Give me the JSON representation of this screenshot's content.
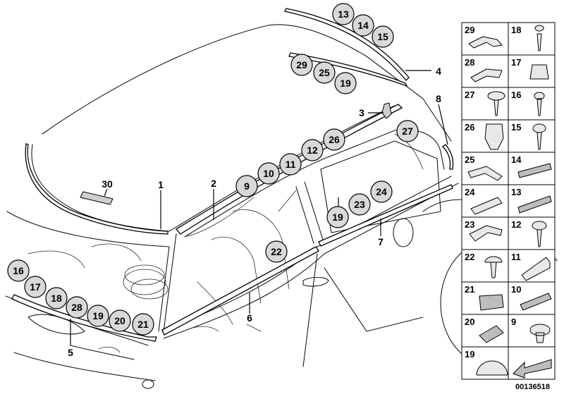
{
  "diagram": {
    "document_id": "00136518",
    "callouts": [
      {
        "id": "c13",
        "label": "13"
      },
      {
        "id": "c14",
        "label": "14"
      },
      {
        "id": "c15",
        "label": "15"
      },
      {
        "id": "c29",
        "label": "29"
      },
      {
        "id": "c25",
        "label": "25"
      },
      {
        "id": "c19a",
        "label": "19"
      },
      {
        "id": "c27",
        "label": "27"
      },
      {
        "id": "c26",
        "label": "26"
      },
      {
        "id": "c12",
        "label": "12"
      },
      {
        "id": "c11",
        "label": "11"
      },
      {
        "id": "c10",
        "label": "10"
      },
      {
        "id": "c9",
        "label": "9"
      },
      {
        "id": "c24",
        "label": "24"
      },
      {
        "id": "c23",
        "label": "23"
      },
      {
        "id": "c19b",
        "label": "19"
      },
      {
        "id": "c22",
        "label": "22"
      },
      {
        "id": "c16",
        "label": "16"
      },
      {
        "id": "c17",
        "label": "17"
      },
      {
        "id": "c18",
        "label": "18"
      },
      {
        "id": "c28",
        "label": "28"
      },
      {
        "id": "c19c",
        "label": "19"
      },
      {
        "id": "c20",
        "label": "20"
      },
      {
        "id": "c21",
        "label": "21"
      }
    ],
    "labels": [
      {
        "id": "l1",
        "label": "1"
      },
      {
        "id": "l2",
        "label": "2"
      },
      {
        "id": "l3",
        "label": "3"
      },
      {
        "id": "l4",
        "label": "4"
      },
      {
        "id": "l5",
        "label": "5"
      },
      {
        "id": "l6",
        "label": "6"
      },
      {
        "id": "l7",
        "label": "7"
      },
      {
        "id": "l8",
        "label": "8"
      },
      {
        "id": "l30",
        "label": "30"
      }
    ],
    "parts_grid": [
      {
        "left": "29",
        "right": "18"
      },
      {
        "left": "28",
        "right": "17"
      },
      {
        "left": "27",
        "right": "16"
      },
      {
        "left": "26",
        "right": "15"
      },
      {
        "left": "25",
        "right": "14"
      },
      {
        "left": "24",
        "right": "13"
      },
      {
        "left": "23",
        "right": "12"
      },
      {
        "left": "22",
        "right": "11"
      },
      {
        "left": "21",
        "right": "10"
      },
      {
        "left": "20",
        "right": "9"
      },
      {
        "left": "19",
        "right": ""
      }
    ]
  }
}
